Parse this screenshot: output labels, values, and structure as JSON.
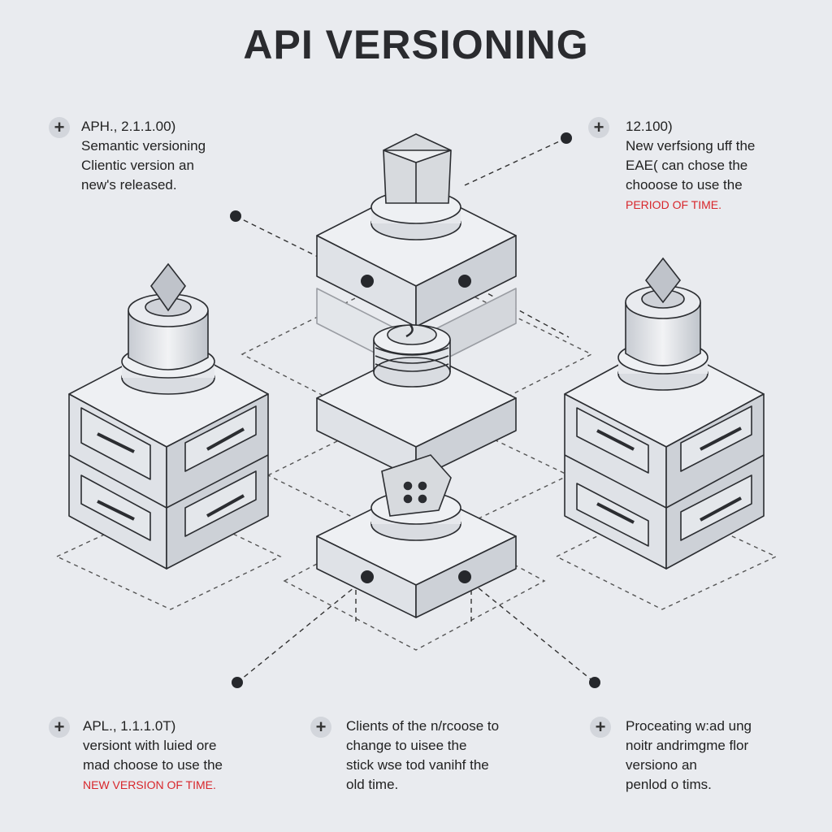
{
  "title": "API VERSIONING",
  "notes": {
    "top_left": {
      "icon": "plus-icon",
      "lines": [
        "APH., 2.1.1.00)",
        "Semantic versioning",
        "Clientic version an",
        "new's released."
      ]
    },
    "top_right": {
      "icon": "plus-icon",
      "lines": [
        "12.100)",
        "New verfsiong uff the",
        "EAE( can chose the",
        "chooose to use the"
      ],
      "highlight": "PERIOD OF TIME."
    },
    "bottom_left": {
      "icon": "plus-icon",
      "lines": [
        "APL., 1.1.1.0T)",
        "versiont with luied ore",
        "mad choose to use the"
      ],
      "highlight": "NEW VERSION OF TIME."
    },
    "bottom_center": {
      "icon": "plus-icon",
      "lines": [
        "Clients of the n/rcoose to",
        "change to uisee the",
        "stick wse tod vanihf the",
        "old time."
      ]
    },
    "bottom_right": {
      "icon": "plus-icon",
      "lines": [
        "Proceating w:ad ung",
        "noitr andrimgme flor",
        "versiono an",
        "penlod o tims."
      ]
    }
  },
  "colors": {
    "background": "#e9ebef",
    "block_top": "#eef0f3",
    "block_left": "#dfe2e7",
    "block_right": "#cdd1d7",
    "outline": "#2b2d31",
    "highlight": "#d8262b"
  },
  "icons": [
    "plus-icon",
    "server-block-icon",
    "cylinder-icon",
    "gem-icon",
    "connector-dot-icon"
  ]
}
